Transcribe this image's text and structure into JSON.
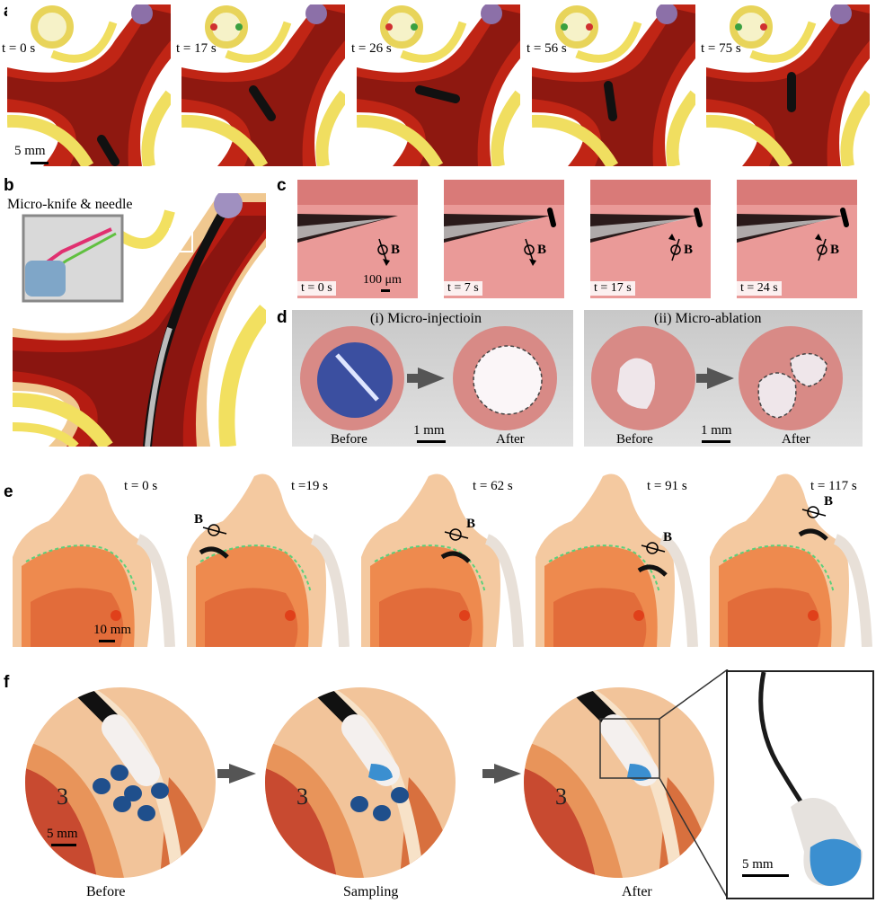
{
  "panels": {
    "a": {
      "label": "a",
      "frames": [
        {
          "time": "t = 0 s"
        },
        {
          "time": "t = 17 s"
        },
        {
          "time": "t = 26 s"
        },
        {
          "time": "t = 56 s"
        },
        {
          "time": "t = 75 s"
        }
      ],
      "scale": "5 mm"
    },
    "b": {
      "label": "b",
      "caption": "Micro-knife & needle"
    },
    "c": {
      "label": "c",
      "frames": [
        {
          "time": "t = 0 s"
        },
        {
          "time": "t = 7 s"
        },
        {
          "time": "t = 17 s"
        },
        {
          "time": "t = 24 s"
        }
      ],
      "field": "B",
      "scale": "100 μm"
    },
    "d": {
      "label": "d",
      "left_title": "(i) Micro-injectioin",
      "right_title": "(ii) Micro-ablation",
      "before": "Before",
      "after": "After",
      "scale": "1 mm"
    },
    "e": {
      "label": "e",
      "frames": [
        {
          "time": "t = 0 s"
        },
        {
          "time": "t =19 s"
        },
        {
          "time": "t = 62 s"
        },
        {
          "time": "t = 91 s"
        },
        {
          "time": "t = 117 s"
        }
      ],
      "field": "B",
      "scale": "10 mm"
    },
    "f": {
      "label": "f",
      "captions": [
        "Before",
        "Sampling",
        "After"
      ],
      "scale": "5 mm",
      "inset_scale": "5 mm",
      "digit": "3"
    }
  }
}
